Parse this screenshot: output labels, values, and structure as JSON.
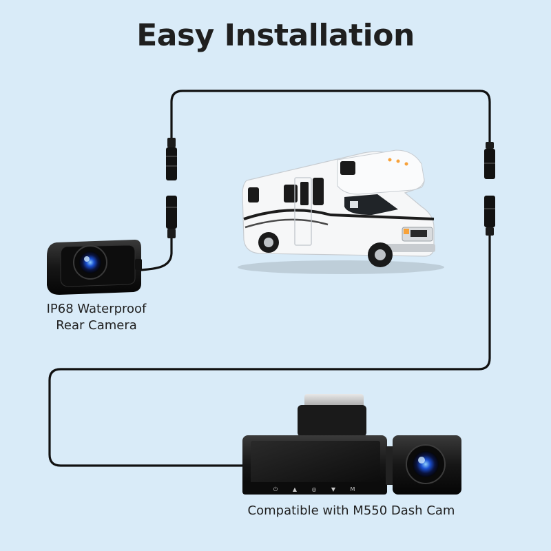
{
  "title": "Easy Installation",
  "rear_camera": {
    "caption_line1": "IP68 Waterproof",
    "caption_line2": "Rear Camera"
  },
  "dash_cam": {
    "caption": "Compatible with M550 Dash Cam",
    "button_glyphs": [
      "⏻",
      "▲",
      "◎",
      "▼",
      "M"
    ]
  },
  "colors": {
    "background": "#d9ebf8",
    "cable": "#111111",
    "text": "#1f1f1f"
  }
}
